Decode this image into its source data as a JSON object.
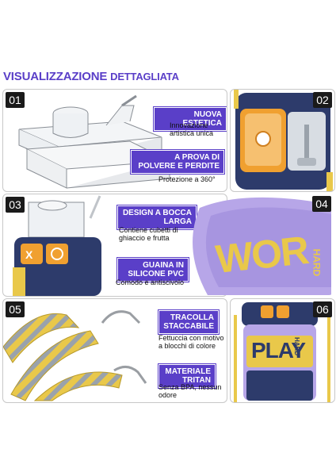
{
  "header": {
    "title_main": "VISUALIZZAZIONE",
    "title_sub": "DETTAGLIATA"
  },
  "panels": [
    {
      "number": "01",
      "tags": [
        {
          "label": "NUOVA ESTETICA",
          "desc": "Innovazione artistica unica"
        },
        {
          "label": "A PROVA DI POLVERE E PERDITE",
          "desc": "Protezione a 360°"
        }
      ]
    },
    {
      "number": "02"
    },
    {
      "number": "03",
      "tags": [
        {
          "label": "DESIGN A BOCCA LARGA",
          "desc": "Contiene cubetti di ghiaccio e frutta"
        },
        {
          "label": "GUAINA IN SILICONE PVC",
          "desc": "Comodo e antiscivolo"
        }
      ]
    },
    {
      "number": "04",
      "strap_text": "WOR",
      "strap_text_small": "HARD"
    },
    {
      "number": "05",
      "tags": [
        {
          "label": "TRACOLLA STACCABILE",
          "desc": "Fettuccia con motivo a blocchi di colore"
        },
        {
          "label": "MATERIALE TRITAN",
          "desc": "Senza BPA, nessun odore"
        }
      ]
    },
    {
      "number": "06",
      "bottle_text": "PLAY",
      "bottle_text_small": "HARD"
    }
  ],
  "colors": {
    "accent_purple": "#5a3fc8",
    "lavender": "#b7a6e8",
    "yellow": "#e9c84a",
    "navy": "#2d3b6b",
    "orange": "#f0a030"
  }
}
